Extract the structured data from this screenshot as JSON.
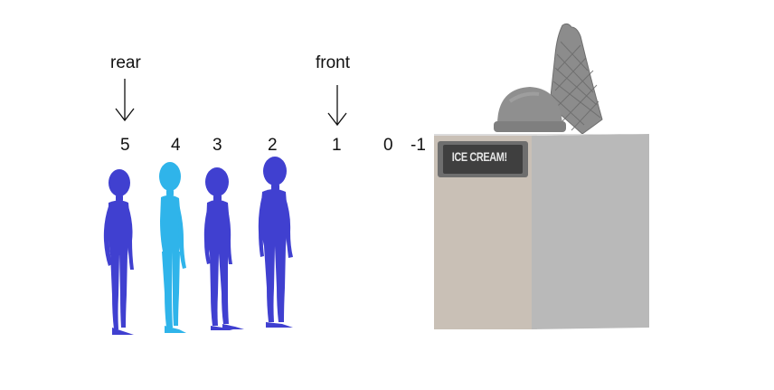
{
  "labels": {
    "rear": "rear",
    "front": "front"
  },
  "positions": [
    "5",
    "4",
    "3",
    "2",
    "1",
    "0",
    "-1"
  ],
  "stand": {
    "sign": "ICE CREAM!"
  },
  "colors": {
    "person_default": "#4040d0",
    "person_highlight": "#2fb4ea",
    "stand_front": "#c9c0b6",
    "stand_side": "#b9b9b9",
    "cone": "#8c8c8c"
  },
  "people": [
    {
      "position": "5",
      "color": "person_default"
    },
    {
      "position": "4",
      "color": "person_highlight"
    },
    {
      "position": "3",
      "color": "person_default"
    },
    {
      "position": "2",
      "color": "person_default"
    }
  ]
}
